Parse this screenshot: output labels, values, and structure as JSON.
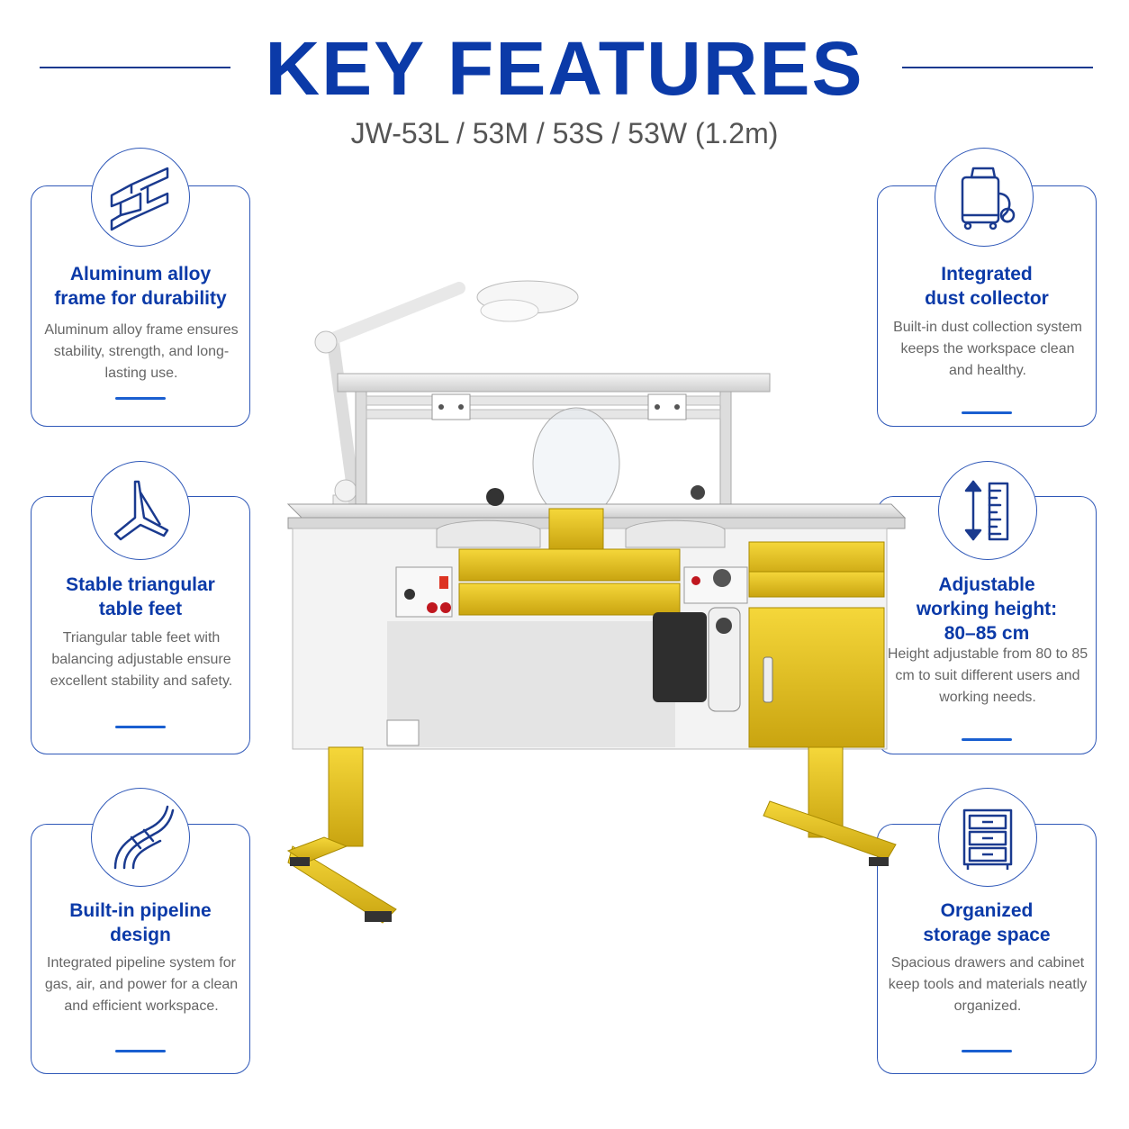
{
  "header": {
    "title": "KEY FEATURES",
    "subtitle": "JW-53L / 53M / 53S / 53W (1.2m)"
  },
  "colors": {
    "brand_blue": "#0b3aa8",
    "card_border": "#2f58b8",
    "accent_yellow": "#e8c21c",
    "body_grey": "#666666"
  },
  "features": {
    "aluminum": {
      "icon": "aluminum-profile-icon",
      "title": "Aluminum alloy\nframe for durability",
      "desc": "Aluminum alloy frame ensures stability, strength, and long-lasting use."
    },
    "feet": {
      "icon": "tripod-feet-icon",
      "title": "Stable triangular\ntable feet",
      "desc": "Triangular table feet with balancing adjustable ensure excellent stability and safety."
    },
    "pipeline": {
      "icon": "pipeline-icon",
      "title": "Built-in pipeline\ndesign",
      "desc": "Integrated pipeline system for gas, air, and power for a clean and efficient workspace."
    },
    "dust": {
      "icon": "vacuum-icon",
      "title": "Integrated\ndust collector",
      "desc": "Built-in dust collection system keeps the workspace clean and healthy."
    },
    "height": {
      "icon": "height-ruler-icon",
      "title": "Adjustable\nworking height:\n80–85 cm",
      "desc": "Height adjustable from 80 to 85 cm to suit different users and working needs."
    },
    "storage": {
      "icon": "drawer-cabinet-icon",
      "title": "Organized\nstorage space",
      "desc": "Spacious drawers and cabinet keep tools and materials neatly organized."
    }
  }
}
